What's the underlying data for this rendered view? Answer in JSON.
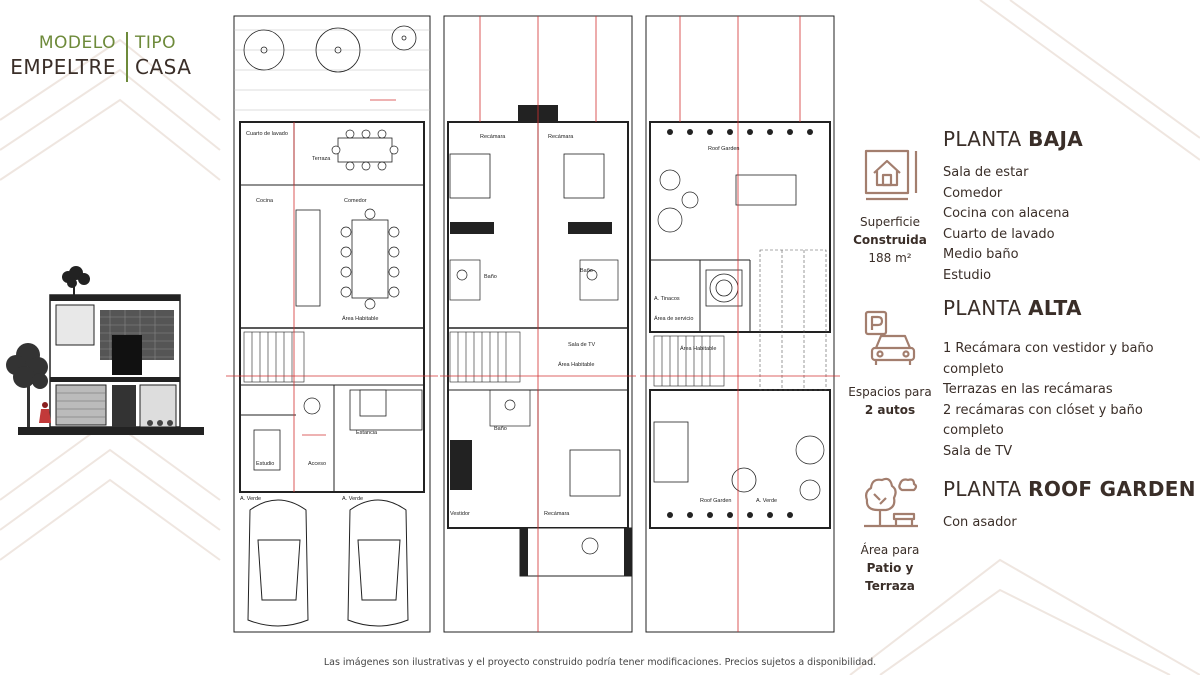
{
  "brand": {
    "modelo_label": "MODELO",
    "modelo_value": "EMPELTRE",
    "tipo_label": "TIPO",
    "tipo_value": "CASA"
  },
  "colors": {
    "accent_green": "#6d8a3a",
    "text_brown": "#3a2e28",
    "icon_brown": "#a37e6e",
    "plan_red": "#d23030"
  },
  "features": [
    {
      "icon": "house-area-icon",
      "line1": "Superficie",
      "line2": "Construida",
      "line3": "188 m²"
    },
    {
      "icon": "parking-car-icon",
      "line1": "Espacios para",
      "line2": "2 autos"
    },
    {
      "icon": "tree-bench-icon",
      "line1": "Área para",
      "line2": "Patio y Terraza"
    }
  ],
  "sections": [
    {
      "title_light": "PLANTA",
      "title_strong": "BAJA",
      "items": [
        "Sala de estar",
        "Comedor",
        "Cocina con alacena",
        "Cuarto de lavado",
        "Medio baño",
        "Estudio"
      ]
    },
    {
      "title_light": "PLANTA",
      "title_strong": "ALTA",
      "items": [
        "1 Recámara con vestidor  y baño completo",
        "Terrazas en las recámaras",
        "2 recámaras con clóset y baño completo",
        "Sala de TV"
      ]
    },
    {
      "title_light": "PLANTA",
      "title_strong": "ROOF GARDEN",
      "items": [
        "Con asador"
      ]
    }
  ],
  "plan_labels": {
    "baja": {
      "cuarto_lavado": "Cuarto de lavado",
      "terraza": "Terraza",
      "cocina": "Cocina",
      "comedor": "Comedor",
      "area_habitable": "Área Habitable",
      "estancia": "Estancia",
      "estudio": "Estudio",
      "acceso": "Acceso",
      "verde_left": "A. Verde",
      "verde_right": "A. Verde"
    },
    "alta": {
      "recamara_left": "Recámara",
      "recamara_right": "Recámara",
      "bano_left": "Baño",
      "bano_right": "Baño",
      "sala_tv": "Sala de TV",
      "area_habitable": "Área Habitable",
      "bano_bottom": "Baño",
      "vestidor": "Vestidor",
      "recamara_bottom": "Recámara"
    },
    "roof": {
      "roof_garden": "Roof Garden",
      "tinacos": "A. Tinacos",
      "area_servicio": "Área de servicio",
      "area_habitable": "Área Habitable",
      "roof_garden_bottom": "Roof Garden",
      "verde": "A. Verde"
    }
  },
  "disclaimer": "Las imágenes son ilustrativas y el proyecto construido podría tener modificaciones. Precios sujetos a disponibilidad."
}
